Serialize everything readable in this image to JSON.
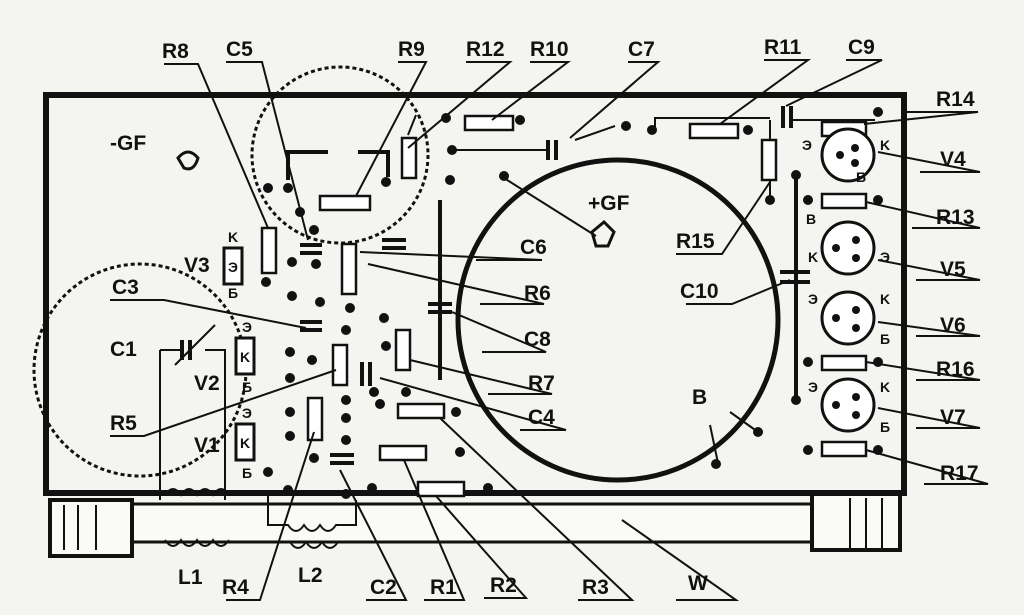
{
  "labels": {
    "R8": "R8",
    "C5": "C5",
    "R9": "R9",
    "R12": "R12",
    "R10": "R10",
    "C7": "C7",
    "R11": "R11",
    "C9": "C9",
    "R14": "R14",
    "V4": "V4",
    "R13": "R13",
    "V5": "V5",
    "V6": "V6",
    "R16": "R16",
    "V7": "V7",
    "R17": "R17",
    "GFneg": "-GF",
    "GFpos": "+GF",
    "C6": "C6",
    "R6": "R6",
    "C8": "C8",
    "R7": "R7",
    "C4": "C4",
    "R15": "R15",
    "C10": "C10",
    "B": "B",
    "C3": "C3",
    "C1": "C1",
    "V2": "V2",
    "V1": "V1",
    "V3": "V3",
    "R5": "R5",
    "L1": "L1",
    "R4": "R4",
    "L2": "L2",
    "C2": "C2",
    "R1": "R1",
    "R2": "R2",
    "R3": "R3",
    "W": "W"
  },
  "pins": {
    "K": "K",
    "E": "Э",
    "B": "Б",
    "Bv": "В"
  }
}
